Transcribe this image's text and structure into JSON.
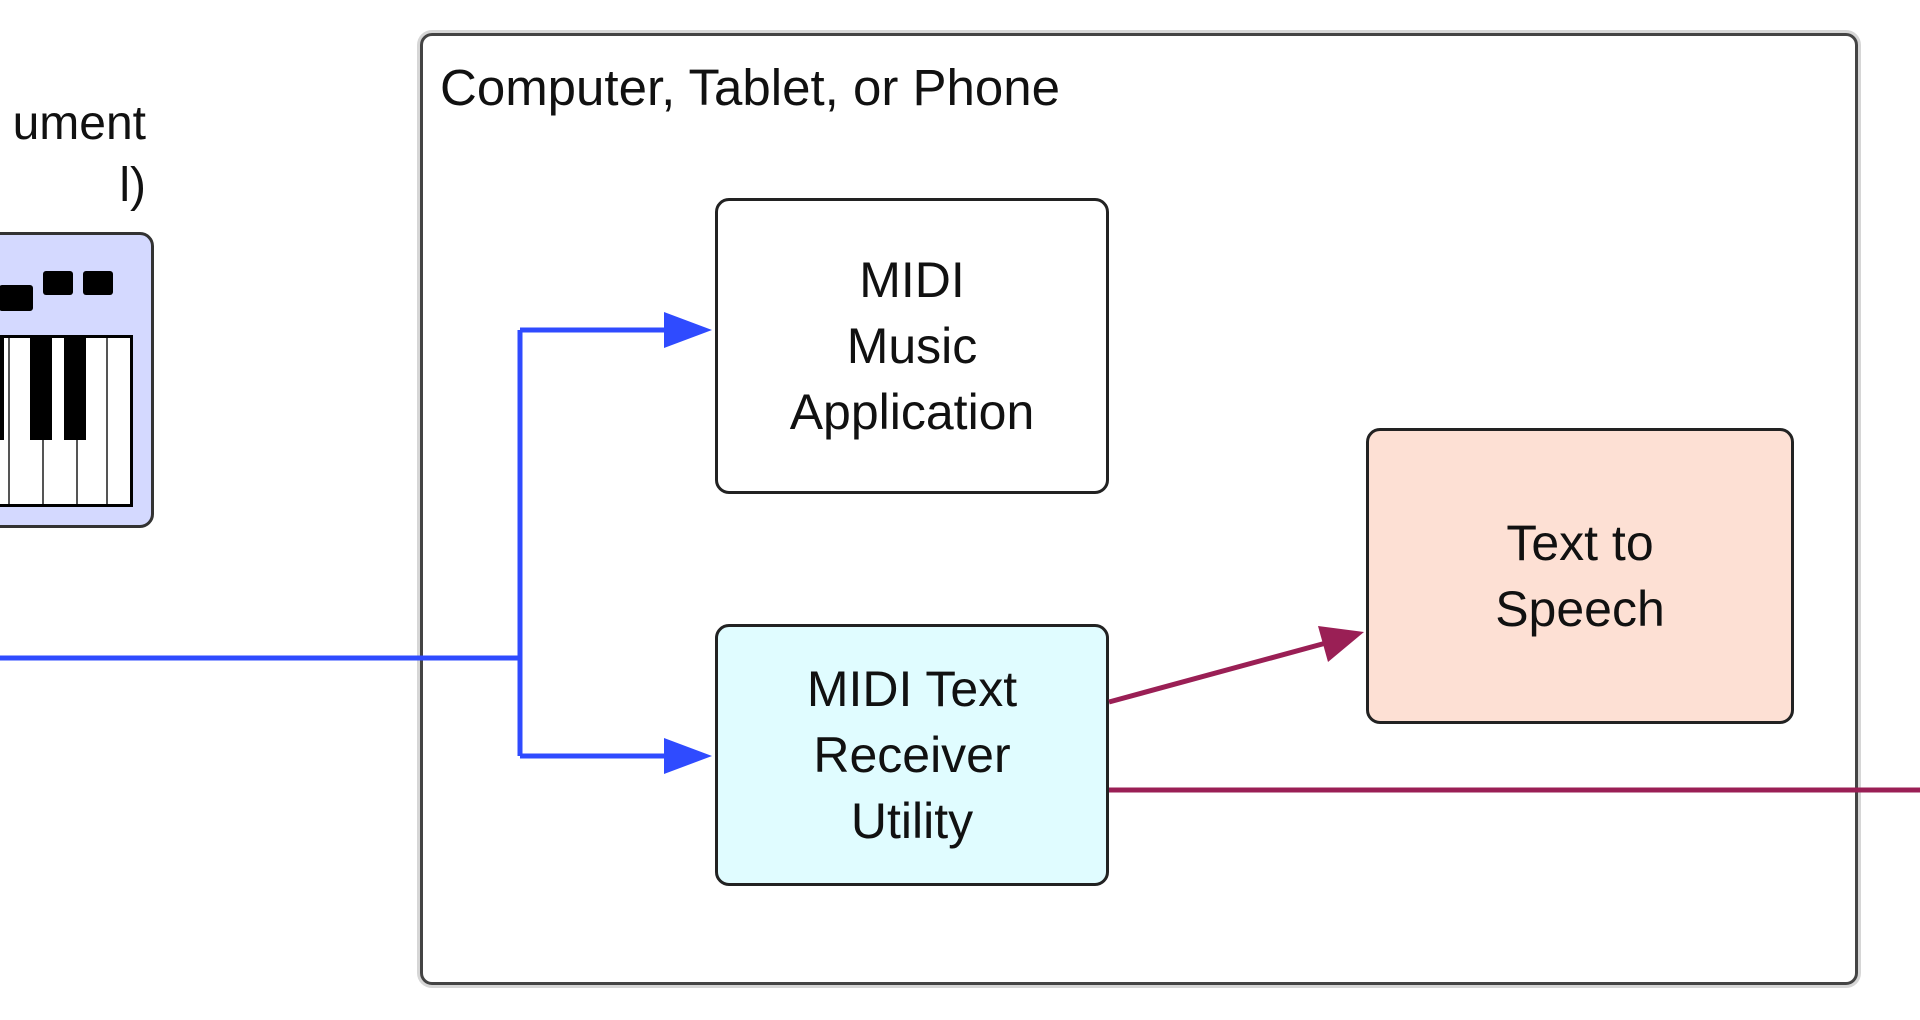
{
  "instrument_label": {
    "line1": "ument",
    "line2": "l)"
  },
  "container": {
    "title": "Computer, Tablet, or Phone"
  },
  "nodes": {
    "music_app": "MIDI\nMusic\nApplication",
    "receiver": "MIDI Text\nReceiver\nUtility",
    "tts": "Text to\nSpeech"
  },
  "colors": {
    "midi_link": "#2f4bff",
    "text_link": "#9a1f55",
    "keyboard_fill": "#d4d9ff",
    "receiver_fill": "#e0fcff",
    "tts_fill": "#fde0d4"
  }
}
